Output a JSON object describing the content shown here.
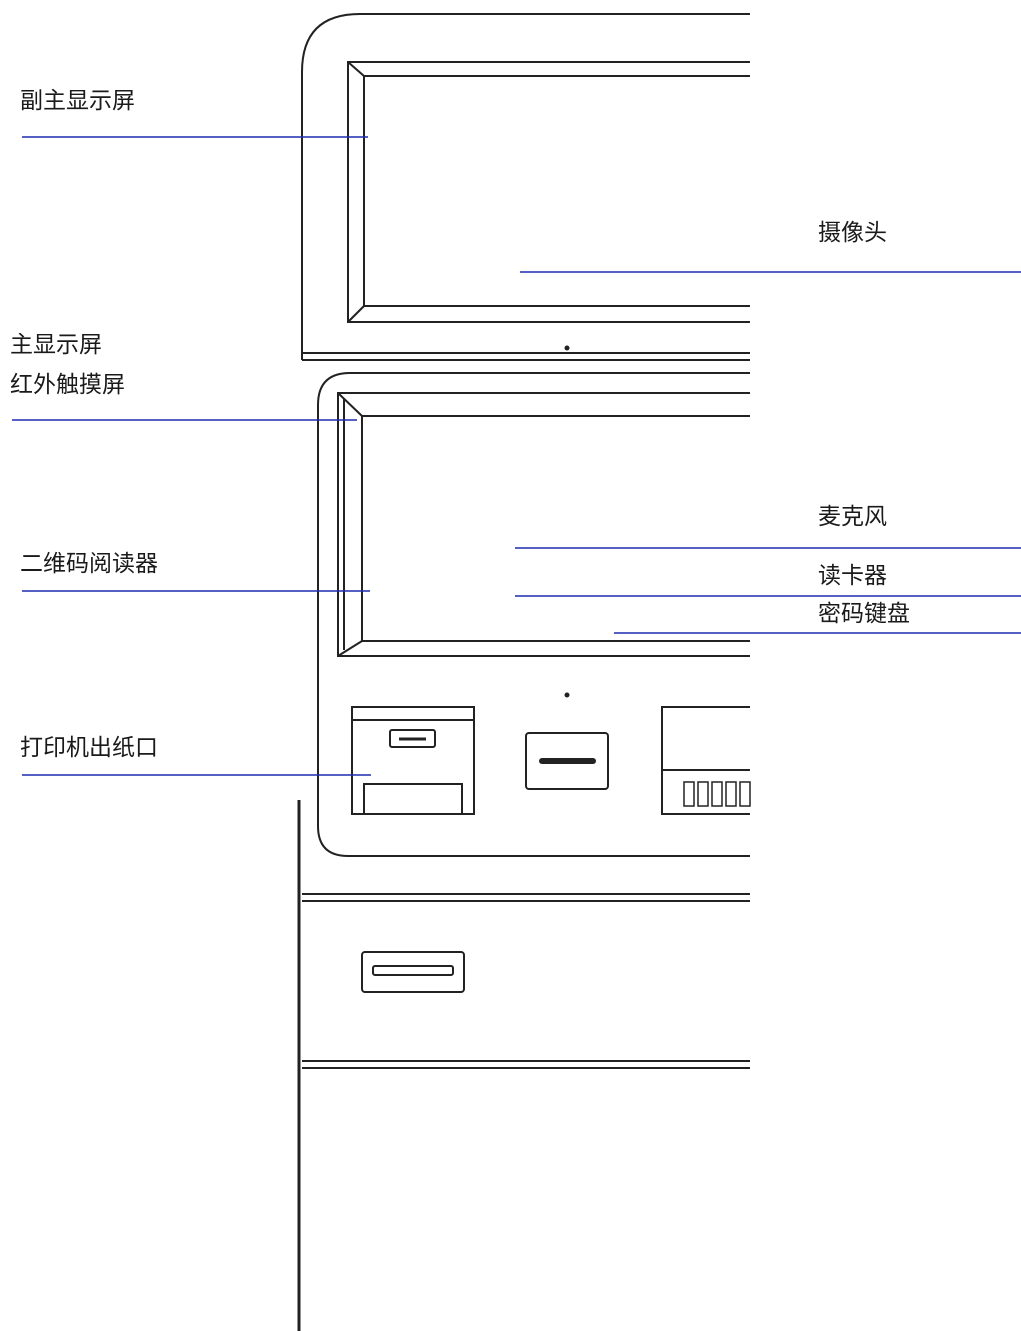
{
  "labels": {
    "secondary_display": "副主显示屏",
    "camera": "摄像头",
    "main_display": "主显示屏",
    "ir_touchscreen": "红外触摸屏",
    "microphone": "麦克风",
    "qr_reader": "二维码阅读器",
    "card_reader": "读卡器",
    "pin_pad": "密码键盘",
    "printer_slot": "打印机出纸口"
  },
  "colors": {
    "leader_line": "#1f2bb0",
    "outline": "#222222",
    "background": "#ffffff"
  }
}
